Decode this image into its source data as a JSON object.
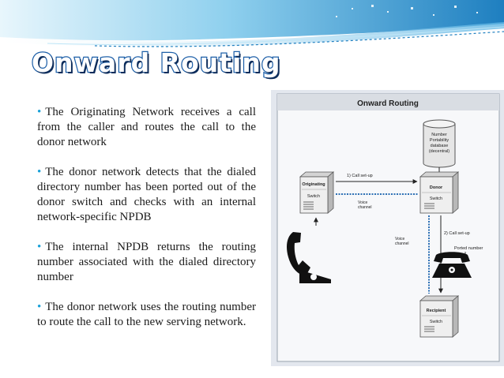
{
  "slide": {
    "title": "Onward Routing",
    "colors": {
      "title_fill": "#ffffff",
      "title_outline": "#1d5fa8",
      "bullet": "#1aa1d8",
      "band_dark": "#1e7fc0",
      "band_light": "#bfe6f7"
    }
  },
  "bullets": [
    {
      "text": "The Originating Network receives a call from the caller and routes the call to the donor network"
    },
    {
      "text": "The donor network detects that the dialed directory number has been ported out of the donor switch and checks with an internal   network-specific NPDB"
    },
    {
      "text": "The internal NPDB returns the routing number associated with the   dialed directory number"
    },
    {
      "text": "The donor network uses the routing number to route the call to the new serving network."
    }
  ],
  "diagram": {
    "title": "Onward Routing",
    "database_label": [
      "Number",
      "Portability",
      "database",
      "(decentral)"
    ],
    "originating_switch": {
      "name": "Originating",
      "type": "Switch"
    },
    "donor_switch": {
      "name": "Donor",
      "type": "Switch"
    },
    "recipient_switch": {
      "name": "Recipient",
      "type": "Switch"
    },
    "call_setup_1": "1) Call set-up",
    "call_setup_2": "2) Call set-up",
    "voice_channel_1": [
      "Voice",
      "channel"
    ],
    "voice_channel_2": [
      "Voice",
      "channel"
    ],
    "ported_number": "Ported number",
    "icons": {
      "caller": "telephone-handset-icon",
      "recipient": "desk-telephone-icon"
    }
  }
}
